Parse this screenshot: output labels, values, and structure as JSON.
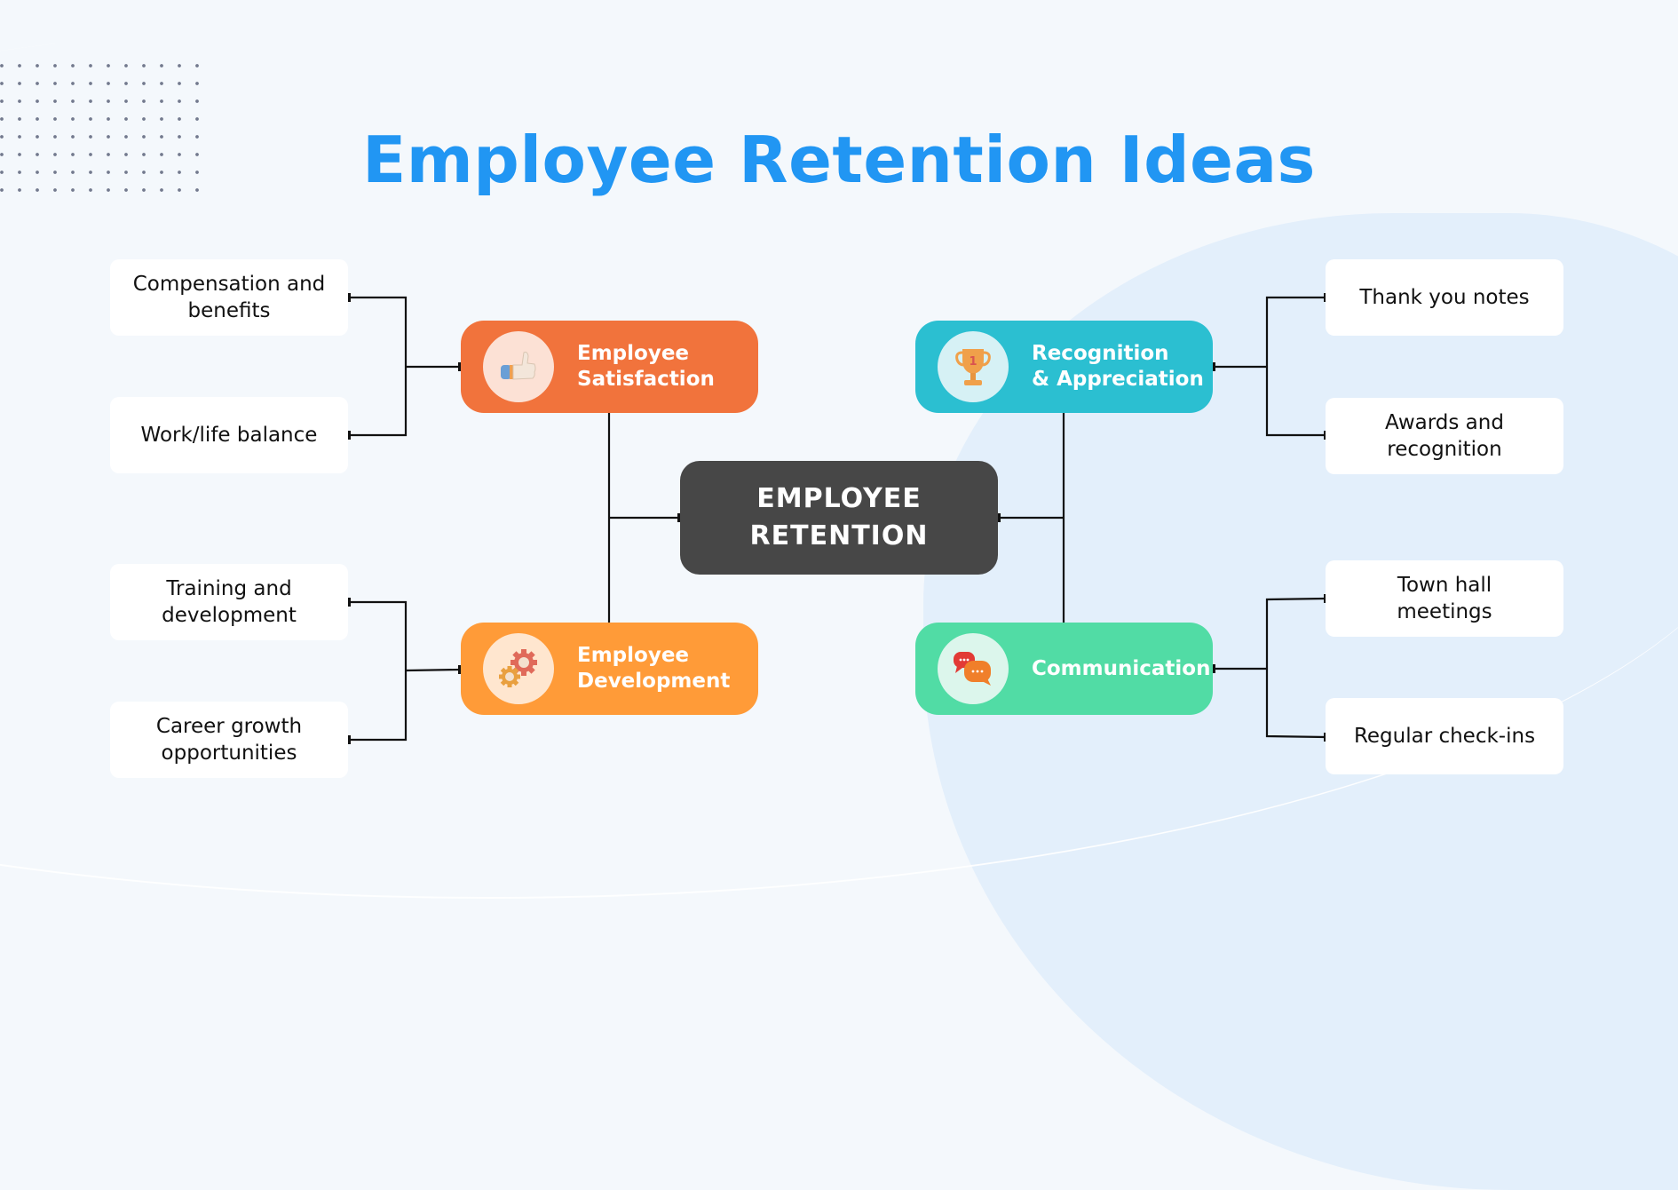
{
  "title": "Employee Retention Ideas",
  "colors": {
    "title": "#2196f3",
    "background": "#f4f8fc",
    "center": "#474747",
    "satisfaction": "#f1733c",
    "development": "#ff9b38",
    "recognition": "#2bbfd1",
    "communication": "#51dca5"
  },
  "center": {
    "line1": "EMPLOYEE",
    "line2": "RETENTION"
  },
  "branches": {
    "satisfaction": {
      "line1": "Employee",
      "line2": "Satisfaction",
      "icon": "thumbs-up-icon",
      "leaves": [
        "Compensation and benefits",
        "Work/life balance"
      ]
    },
    "development": {
      "line1": "Employee",
      "line2": "Development",
      "icon": "gears-icon",
      "leaves": [
        "Training and development",
        "Career growth opportunities"
      ]
    },
    "recognition": {
      "line1": "Recognition",
      "line2": "& Appreciation",
      "icon": "trophy-icon",
      "leaves": [
        "Thank you notes",
        "Awards and recognition"
      ]
    },
    "communication": {
      "line1": "Communication",
      "icon": "chat-bubbles-icon",
      "leaves": [
        "Town hall meetings",
        "Regular check-ins"
      ]
    }
  }
}
